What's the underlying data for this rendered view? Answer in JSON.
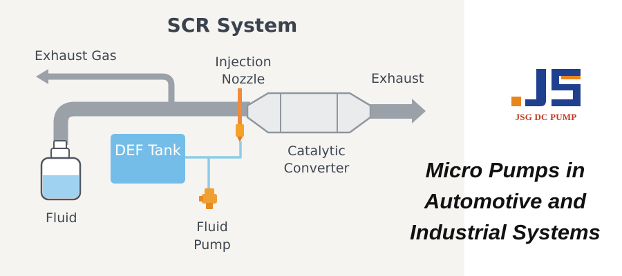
{
  "diagram": {
    "title": "SCR System",
    "labels": {
      "exhaust_gas": "Exhaust Gas",
      "injection_nozzle": "Injection Nozzle",
      "exhaust": "Exhaust",
      "def_tank": "DEF Tank",
      "catalytic_converter": "Catalytic Converter",
      "fluid": "Fluid",
      "fluid_pump": "Fluid Pump"
    },
    "colors": {
      "pipe": "#9aa1a8",
      "def_tank": "#73bde8",
      "fluid_line": "#8ccbe8",
      "nozzle": "#f08a3c",
      "pump": "#f0a030",
      "converter_body": "#e9ebec"
    }
  },
  "brand": {
    "logo_icon": "js-logo-icon",
    "name": "JSG DC PUMP",
    "colors": {
      "primary": "#1f3f8f",
      "accent": "#e8861e",
      "text": "#c43a1f"
    }
  },
  "headline": {
    "lines": [
      "Micro Pumps in",
      "Automotive and",
      "Industrial Systems"
    ]
  }
}
